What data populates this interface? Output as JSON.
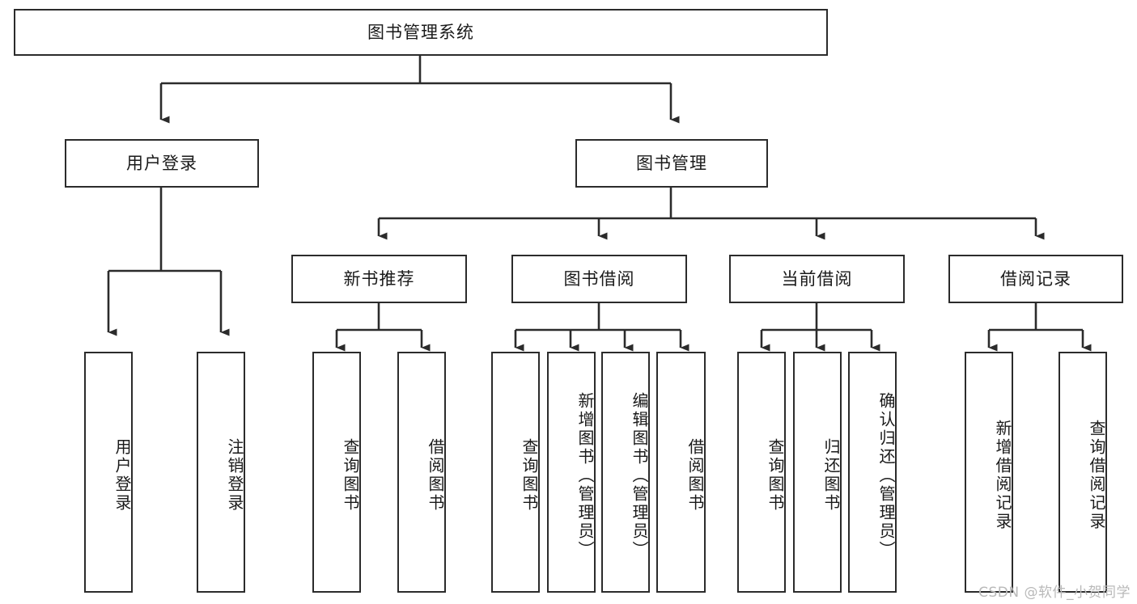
{
  "diagram": {
    "title": "图书管理系统",
    "type": "tree-hierarchy-diagram",
    "root": {
      "id": "root",
      "label": "图书管理系统"
    },
    "level1": [
      {
        "id": "n-user-login",
        "label": "用户登录"
      },
      {
        "id": "n-book-manage",
        "label": "图书管理"
      }
    ],
    "level2": [
      {
        "id": "n-new-book-rec",
        "label": "新书推荐",
        "parent": "n-book-manage"
      },
      {
        "id": "n-book-borrow",
        "label": "图书借阅",
        "parent": "n-book-manage"
      },
      {
        "id": "n-current-borrow",
        "label": "当前借阅",
        "parent": "n-book-manage"
      },
      {
        "id": "n-borrow-record",
        "label": "借阅记录",
        "parent": "n-book-manage"
      }
    ],
    "leaves": [
      {
        "id": "leaf-user-login",
        "label": "用户登录",
        "parent": "n-user-login"
      },
      {
        "id": "leaf-logout-login",
        "label": "注销登录",
        "parent": "n-user-login"
      },
      {
        "id": "leaf-query-book-rec",
        "label": "查询图书",
        "parent": "n-new-book-rec"
      },
      {
        "id": "leaf-borrow-book-rec",
        "label": "借阅图书",
        "parent": "n-new-book-rec"
      },
      {
        "id": "leaf-query-book-borrow",
        "label": "查询图书",
        "parent": "n-book-borrow"
      },
      {
        "id": "leaf-add-book",
        "label": "新增图书（管理员）",
        "parent": "n-book-borrow"
      },
      {
        "id": "leaf-edit-book",
        "label": "编辑图书（管理员）",
        "parent": "n-book-borrow"
      },
      {
        "id": "leaf-borrow-book",
        "label": "借阅图书",
        "parent": "n-book-borrow"
      },
      {
        "id": "leaf-query-book-current",
        "label": "查询图书",
        "parent": "n-current-borrow"
      },
      {
        "id": "leaf-return-book",
        "label": "归还图书",
        "parent": "n-current-borrow"
      },
      {
        "id": "leaf-confirm-return",
        "label": "确认归还（管理员）",
        "parent": "n-current-borrow"
      },
      {
        "id": "leaf-add-borrow-record",
        "label": "新增借阅记录",
        "parent": "n-borrow-record"
      },
      {
        "id": "leaf-query-borrow-record",
        "label": "查询借阅记录",
        "parent": "n-borrow-record"
      }
    ],
    "colors": {
      "border": "#2b2b2b",
      "background": "#ffffff",
      "text": "#1a1a1a",
      "watermark": "#b9b9b9"
    }
  },
  "watermark": {
    "text": "CSDN @软件_小贺同学"
  }
}
